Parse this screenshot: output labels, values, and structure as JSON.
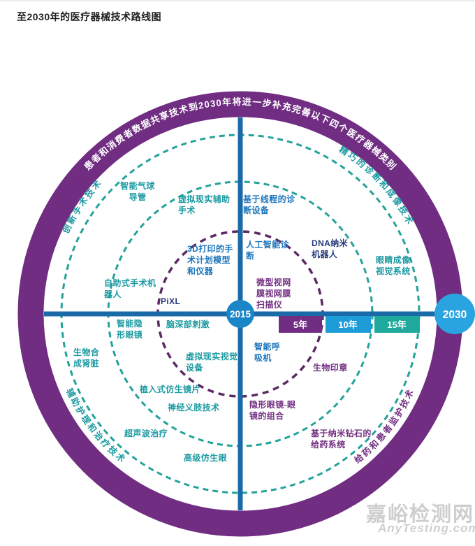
{
  "page": {
    "title": "至2030年的医疗器械技术路线图"
  },
  "ring": {
    "banner_text": "患者和消费者数据共享技术到2030年将进一步补充完善以下四个医疗器械类别",
    "banner_color": "#702d82",
    "categories": [
      {
        "id": "innovative-surgery",
        "label": "创新手术技术",
        "color": "#1b9aa2",
        "position": "upper-left"
      },
      {
        "id": "diagnostics-imaging",
        "label": "精巧的诊断和成像技术",
        "color": "#1b9aa2",
        "position": "upper-right"
      },
      {
        "id": "assistive-care",
        "label": "辅助护理和治疗技术",
        "color": "#1b9aa2",
        "position": "lower-left"
      },
      {
        "id": "drug-monitoring",
        "label": "给药和患者监护技术",
        "color": "#722f82",
        "position": "lower-right"
      }
    ]
  },
  "timeline": {
    "start_label": "2015",
    "end_label": "2030",
    "axis_color": "#1b6aa8",
    "start_node_color": "#1a86c8",
    "end_node_color": "#2aa4e0",
    "boxes": [
      {
        "label": "5年",
        "color": "#702d82"
      },
      {
        "label": "10年",
        "color": "#1e9cd8"
      },
      {
        "label": "15年",
        "color": "#1fa99c"
      }
    ]
  },
  "labels": [
    {
      "text": "智能气球\n导管",
      "color": "#1b9aa2"
    },
    {
      "text": "虚拟现实辅助\n手术",
      "color": "#1b9aa2"
    },
    {
      "text": "基于线程的诊\n断设备",
      "color": "#1b75bc"
    },
    {
      "text": "3D打印的手\n术计划模型\n和仪器",
      "color": "#1b75bc"
    },
    {
      "text": "人工智能诊\n断",
      "color": "#1b75bc"
    },
    {
      "text": "DNA纳米\n机器人",
      "color": "#28397c"
    },
    {
      "text": "眼睛成像\n视觉系统",
      "color": "#1b9aa2"
    },
    {
      "text": "微型视网\n膜视网膜\n扫描仪",
      "color": "#722f82"
    },
    {
      "text": "自助式手术机\n器人",
      "color": "#1b9aa2"
    },
    {
      "text": "PiXL",
      "color": "#28397c"
    },
    {
      "text": "脑深部刺激",
      "color": "#1b9aa2"
    },
    {
      "text": "智能隐\n形眼镜",
      "color": "#1b9aa2"
    },
    {
      "text": "生物合\n成肾脏",
      "color": "#1b9aa2"
    },
    {
      "text": "虚拟现实视觉\n设备",
      "color": "#1b9aa2"
    },
    {
      "text": "智能呼\n吸机",
      "color": "#1b75bc"
    },
    {
      "text": "生物印章",
      "color": "#722f82"
    },
    {
      "text": "植入式仿生镜片",
      "color": "#1b9aa2"
    },
    {
      "text": "隐形眼镜-眼\n镜的组合",
      "color": "#722f82"
    },
    {
      "text": "神经义肢技术",
      "color": "#1b9aa2"
    },
    {
      "text": "超声波治疗",
      "color": "#1b9aa2"
    },
    {
      "text": "基于纳米钻石的\n给药系统",
      "color": "#722f82"
    },
    {
      "text": "高级仿生眼",
      "color": "#1b9aa2"
    }
  ],
  "watermark": {
    "name": "嘉峪检测网",
    "domain": "AnyTesting.com"
  }
}
